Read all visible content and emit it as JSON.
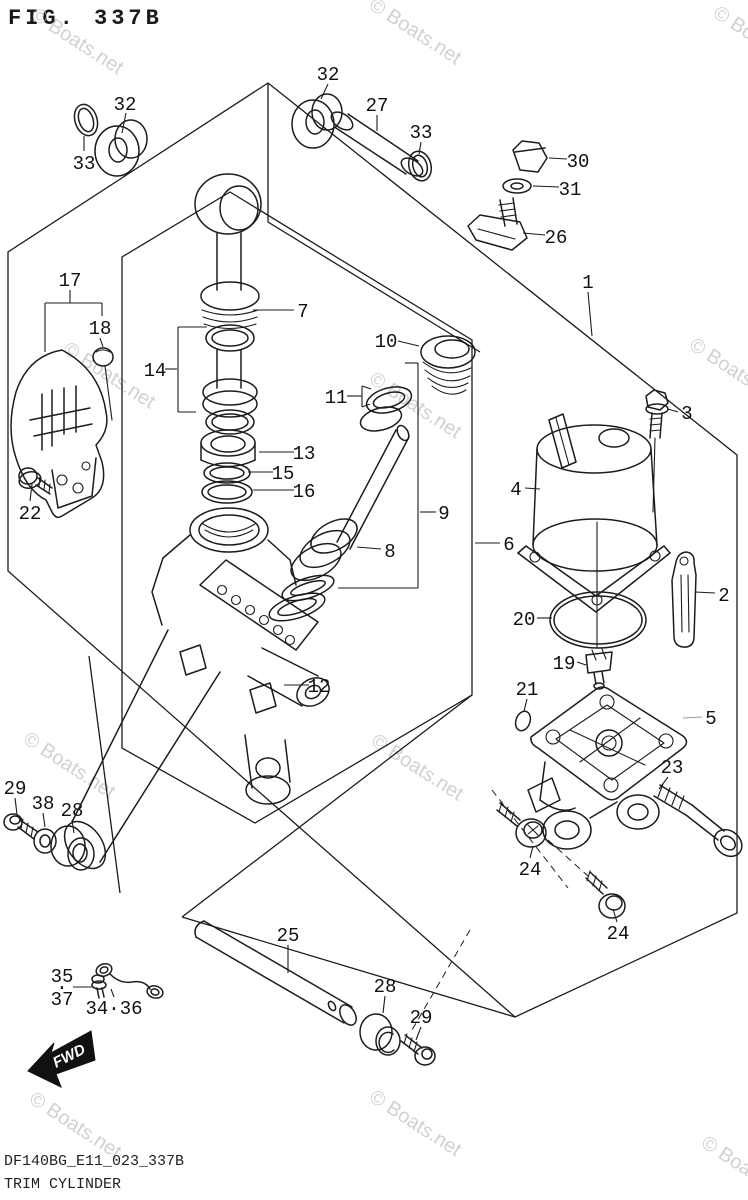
{
  "header": {
    "figure_title": "FIG. 337B"
  },
  "watermark": "© Boats.net",
  "diagram": {
    "description_visible": "exploded parts diagram",
    "fwd_label": "FWD",
    "callouts": [
      "32",
      "33",
      "32",
      "27",
      "33",
      "30",
      "31",
      "26",
      "1",
      "17",
      "18",
      "22",
      "7",
      "14",
      "13",
      "15",
      "16",
      "12",
      "10",
      "11",
      "9",
      "8",
      "6",
      "3",
      "4",
      "20",
      "19",
      "2",
      "21",
      "5",
      "23",
      "24",
      "24",
      "29",
      "38",
      "28",
      "25",
      "28",
      "29",
      "35",
      "·",
      "37",
      "34·36"
    ],
    "colors": {
      "line": "#1c1c1c",
      "label": "#111111",
      "watermark": "#c6c6c6",
      "fwd_fill": "#111111",
      "fwd_text": "#ffffff",
      "background": "#ffffff"
    }
  },
  "footer": {
    "drawing_code": "DF140BG_E11_023_337B",
    "drawing_title": "TRIM CYLINDER"
  }
}
